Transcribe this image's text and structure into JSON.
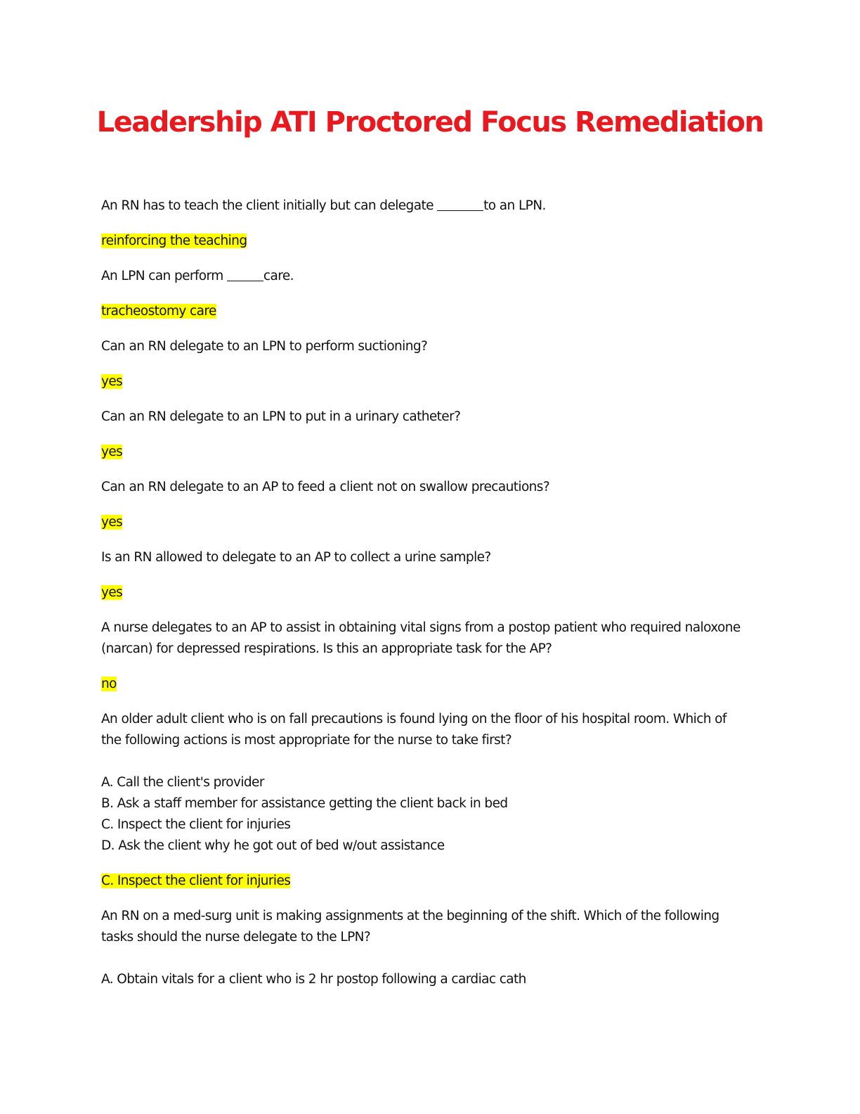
{
  "title": "Leadership ATI Proctored Focus Remediation",
  "items": [
    {
      "q_before": "An RN has to teach the client initially but can delegate ",
      "q_after": "to an LPN.",
      "answer": "reinforcing the teaching"
    },
    {
      "q_before": "An LPN can perform ",
      "q_after": "care.",
      "answer": "tracheostomy care"
    },
    {
      "question": "Can an RN delegate to an LPN to perform suctioning?",
      "answer": "yes"
    },
    {
      "question": "Can an RN delegate to an LPN to put in a urinary catheter?",
      "answer": "yes"
    },
    {
      "question": "Can an RN delegate to an AP to feed a client not on swallow precautions?",
      "answer": "yes"
    },
    {
      "question": "Is an RN allowed to delegate to an AP to collect a urine sample?",
      "answer": "yes"
    },
    {
      "question": "A nurse delegates to an AP to assist in obtaining vital signs from a postop patient who required naloxone (narcan) for depressed respirations. Is this an appropriate task for the AP?",
      "answer": "no"
    },
    {
      "question": "An older adult client who is on fall precautions is found lying on the floor of his hospital room. Which of the following actions is most appropriate for the nurse to take first?",
      "options": [
        "A. Call the client's provider",
        "B. Ask a staff member for assistance getting the client back in bed",
        "C. Inspect the client for injuries",
        "D. Ask the client why he got out of bed w/out assistance"
      ],
      "answer": "C. Inspect the client for injuries"
    },
    {
      "question": "An RN on a med-surg unit is making assignments at the beginning of the shift. Which of the following tasks should the nurse delegate to the LPN?",
      "options": [
        "A. Obtain vitals for a client who is 2 hr postop following a cardiac cath"
      ]
    }
  ]
}
